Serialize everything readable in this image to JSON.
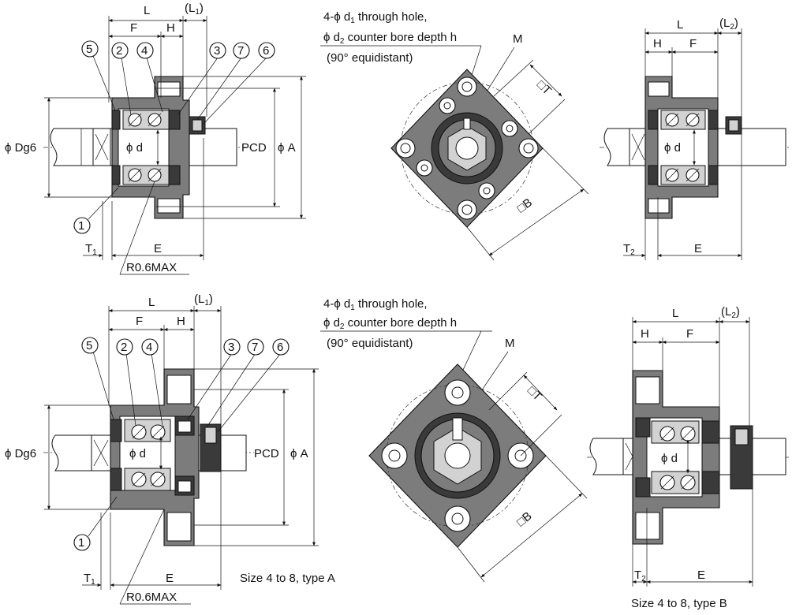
{
  "labels": {
    "L": "L",
    "L1": "(L",
    "L1_sub": "1",
    "L1_close": ")",
    "L2": "(L",
    "L2_sub": "2",
    "L2_close": ")",
    "F": "F",
    "H": "H",
    "E": "E",
    "T1": "T",
    "T1_sub": "1",
    "T2": "T",
    "T2_sub": "2",
    "Dg6": "ϕ Dg6",
    "d": "ϕ d",
    "PCD": "PCD",
    "A": "ϕ A",
    "R": "R0.6MAX",
    "M": "M",
    "B": "□B",
    "T": "□T"
  },
  "parts": [
    "1",
    "2",
    "3",
    "4",
    "5",
    "6",
    "7"
  ],
  "note": {
    "line1": "4-ϕ d",
    "line1_sub": "1",
    "line1_rest": " through hole,",
    "line2": "ϕ d",
    "line2_sub": "2",
    "line2_rest": " counter bore depth h",
    "line3": "(90° equidistant)"
  },
  "captions": {
    "type_a": "Size 4 to 8, type A",
    "type_b": "Size 4 to 8, type B"
  }
}
